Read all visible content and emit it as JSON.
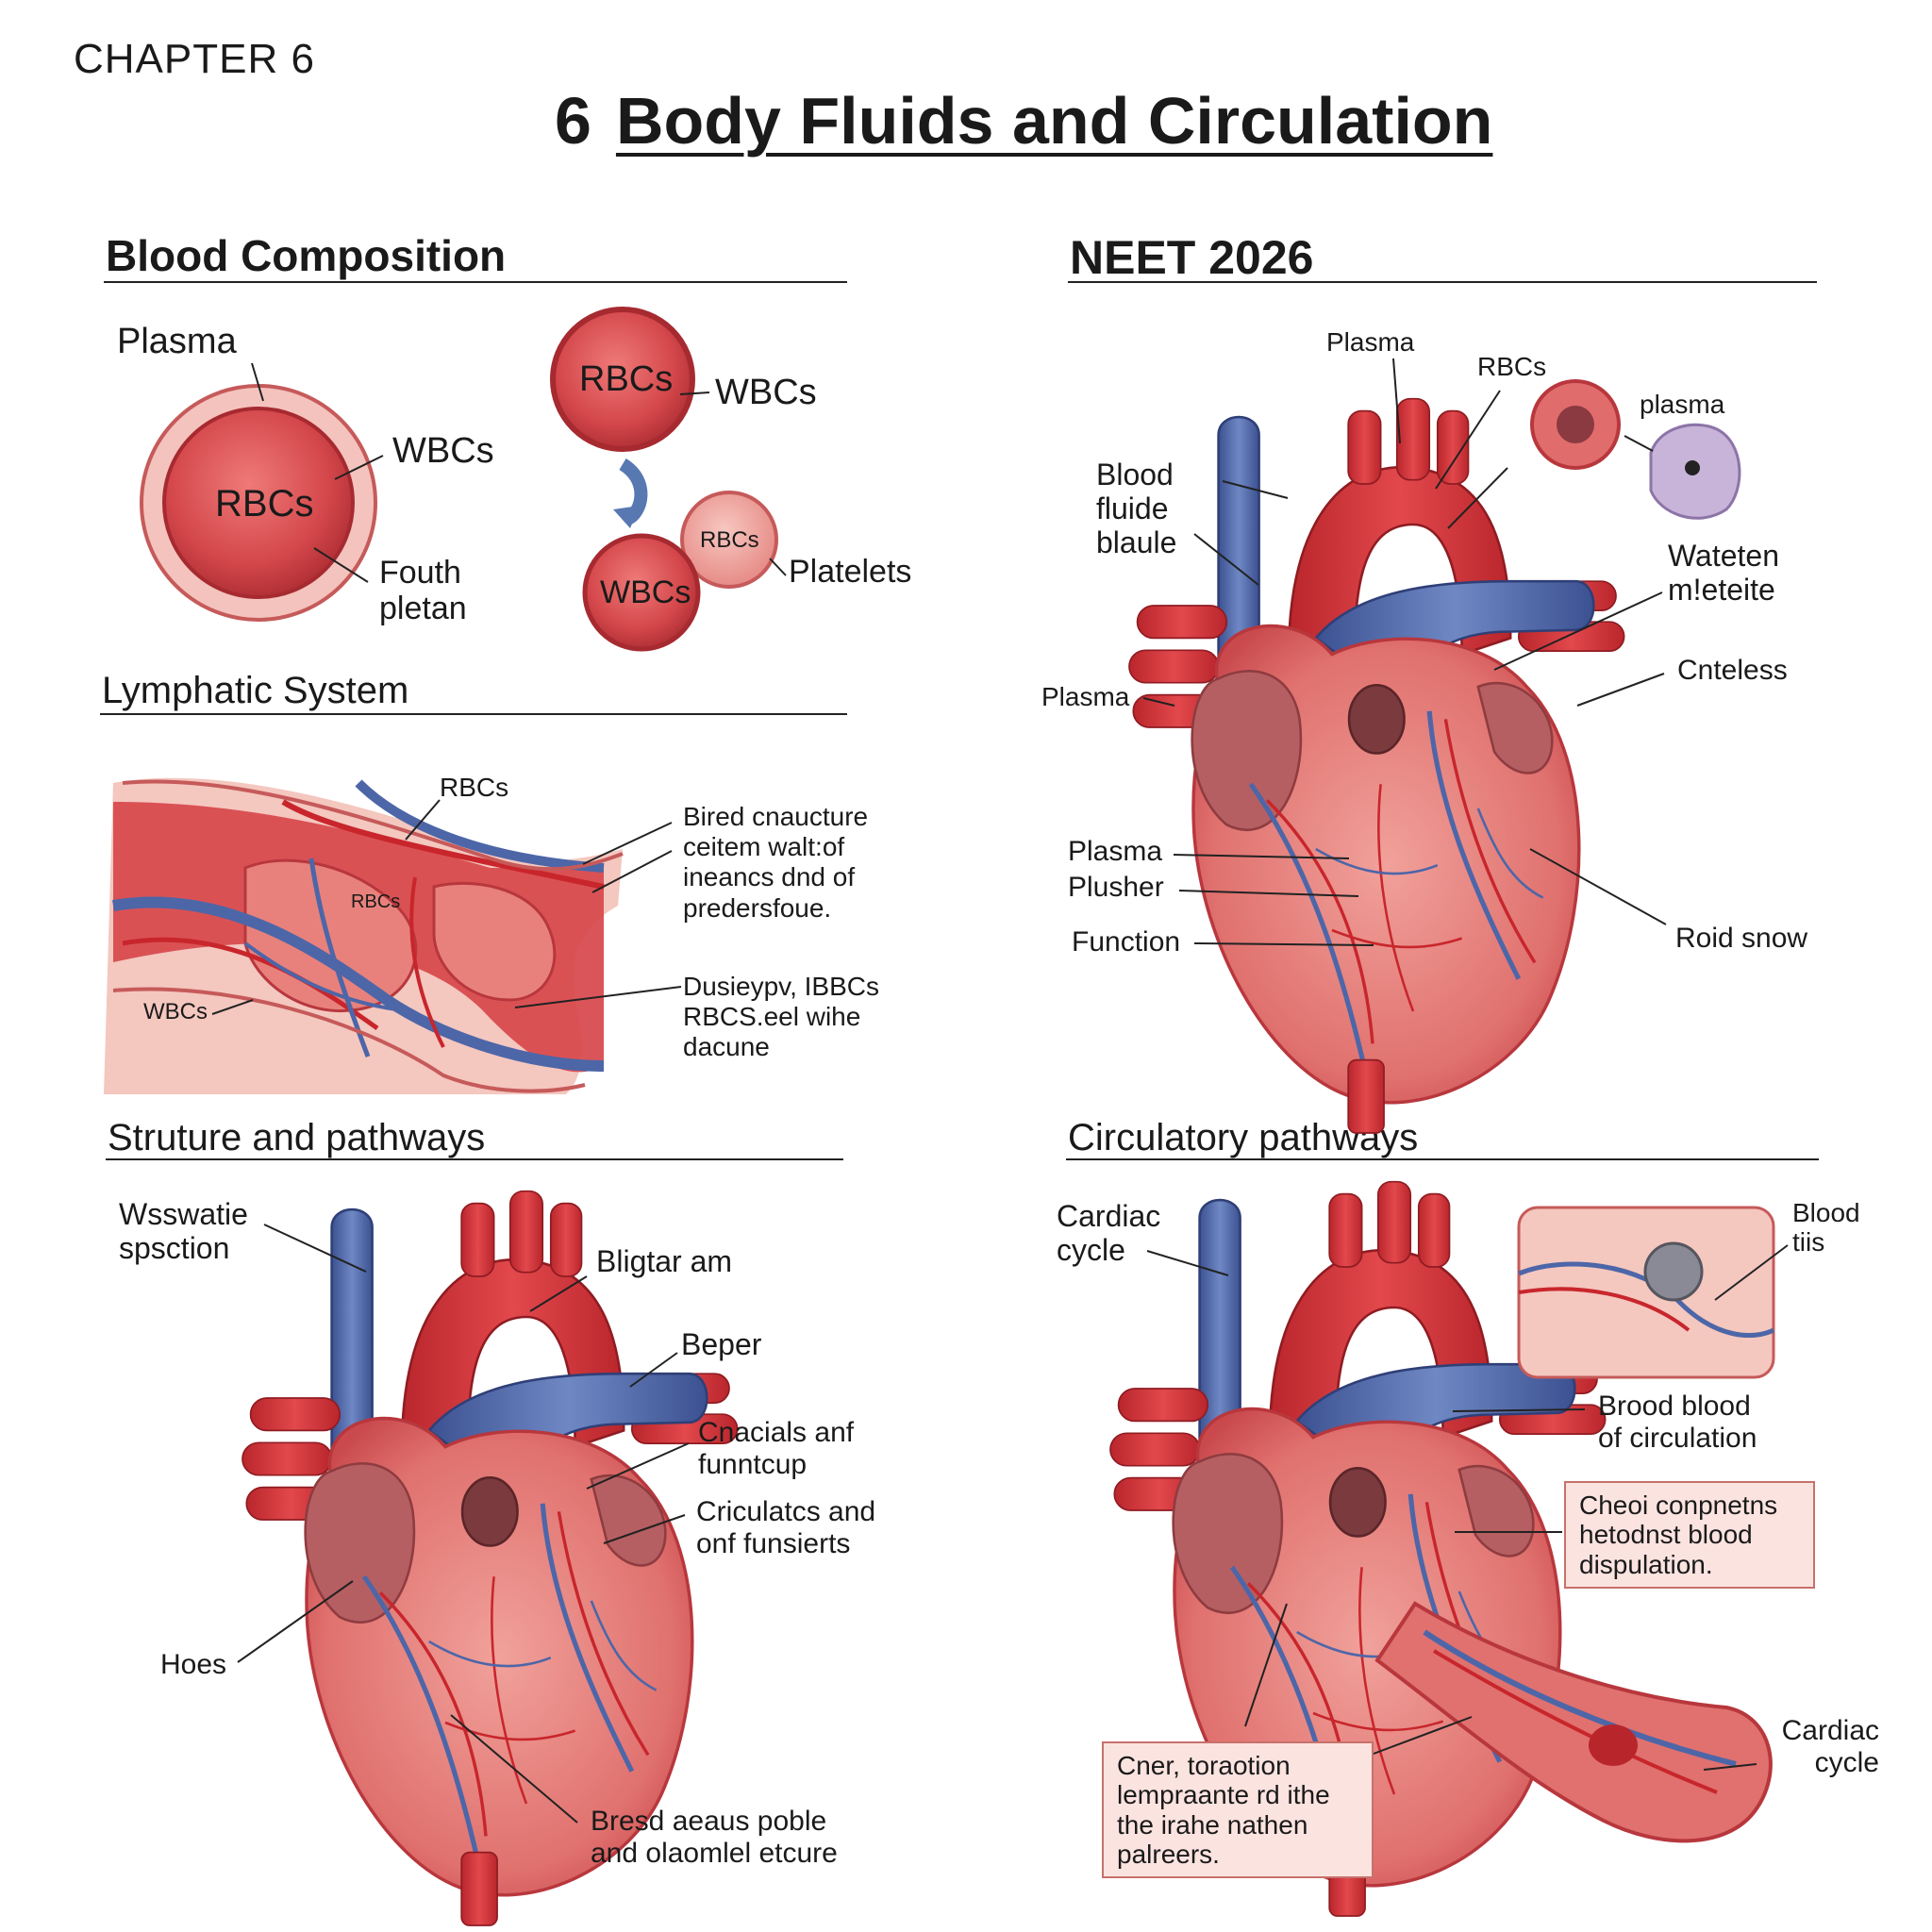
{
  "chapter_label": "CHAPTER 6",
  "title_number": "6",
  "title_text": "Body Fluids and Circulation",
  "sections": {
    "blood_composition": "Blood Composition",
    "neet": "NEET 2026",
    "lymphatic": "Lymphatic System",
    "structure": "Struture and pathways",
    "circulatory": "Circulatory pathways"
  },
  "blood_composition": {
    "plasma": "Plasma",
    "wbcs_1": "WBCs",
    "rbcs_center": "RBCs",
    "fouth": "Fouth\npletan",
    "rbcs_cell": "RBCs",
    "wbcs_2": "WBCs",
    "wbcs_cell": "WBCs",
    "rbcs_small": "RBCs",
    "platelets": "Platelets"
  },
  "lymphatic": {
    "rbcs": "RBCs",
    "rbcs_inner": "RBCs",
    "wbcs": "WBCs",
    "note_1": "Bired cnaucture\nceitem walt:of\nineancs dnd of\npredersfoue.",
    "note_2": "Dusieypv, IBBCs\nRBCS.eel wihe\ndacune"
  },
  "neet_heart": {
    "plasma_top": "Plasma",
    "rbcs": "RBCs",
    "plasma_small": "plasma",
    "blood_fluide": "Blood\nfluide\nblaule",
    "wateten": "Wateten\nm!eteite",
    "plasma_left": "Plasma",
    "cnteless": "Cnteless",
    "plasma_mid": "Plasma",
    "plusher": "Plusher",
    "function": "Function",
    "roid_snow": "Roid snow"
  },
  "structure_heart": {
    "wsswatie": "Wsswatie\nspsction",
    "bligtar": "Bligtar am",
    "beper": "Beper",
    "cnacials": "Cnacials anf\nfunntcup",
    "criculatcs": "Criculatcs and\nonf funsierts",
    "hoes": "Hoes",
    "bresd": "Bresd aeaus poble\nand olaomlel etcure"
  },
  "circulatory_heart": {
    "cardiac_cycle_1": "Cardiac\ncycle",
    "blood_tiis": "Blood\ntiis",
    "brood_blood": "Brood blood\nof circulation",
    "box_1": "Cheoi conpnetns\nhetodnst blood\ndispulation.",
    "box_2": "Cner, toraotion\nlempraante rd ithe\nthe irahe nathen\npalreers.",
    "cardiac_cycle_2": "Cardiac\ncycle"
  },
  "colors": {
    "artery": "#d8383d",
    "vein": "#4d66a8",
    "tissue": "#e98f8a",
    "dark_tissue": "#b65f62"
  }
}
